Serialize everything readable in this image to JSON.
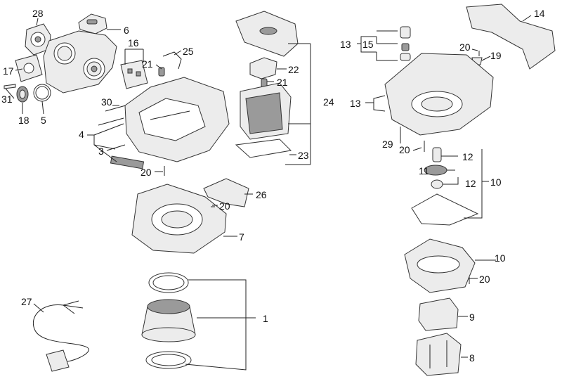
{
  "labels": {
    "l1": "1",
    "l3": "3",
    "l4": "4",
    "l5": "5",
    "l6": "6",
    "l7": "7",
    "l8": "8",
    "l9": "9",
    "l10a": "10",
    "l10b": "10",
    "l11": "11",
    "l12a": "12",
    "l12b": "12",
    "l13a": "13",
    "l13b": "13",
    "l14": "14",
    "l15": "15",
    "l16": "16",
    "l17": "17",
    "l18": "18",
    "l19": "19",
    "l20a": "20",
    "l20b": "20",
    "l20c": "20",
    "l20d": "20",
    "l20e": "20",
    "l21a": "21",
    "l21b": "21",
    "l22": "22",
    "l23": "23",
    "l24": "24",
    "l25": "25",
    "l26": "26",
    "l27": "27",
    "l28": "28",
    "l29": "29",
    "l30": "30",
    "l31": "31"
  },
  "colors": {
    "line": "#222222",
    "part_fill": "#ececec",
    "dark_fill": "#9a9a9a"
  }
}
